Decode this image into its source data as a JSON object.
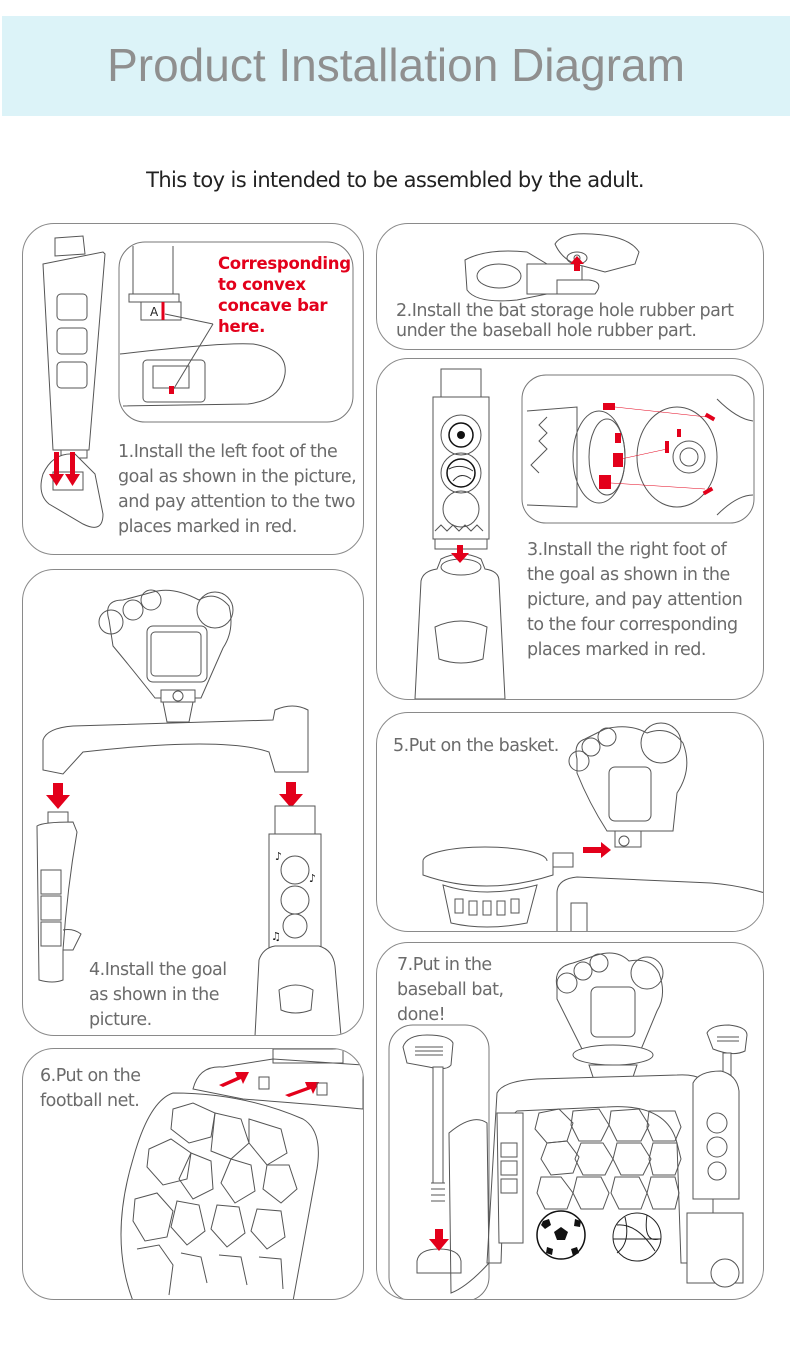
{
  "header": {
    "title": "Product Installation Diagram",
    "background_color": "#dcf3f8",
    "title_color": "#8f8f8f"
  },
  "subtitle": "This toy is intended to be assembled by the adult.",
  "accent_color": "#e3001b",
  "steps": [
    {
      "number": 1,
      "text": "1.Install the left foot of the\ngoal as shown in the picture,\nand pay attention to the two\nplaces marked in red.",
      "callout": "Corresponding\nto convex\nconcave bar\nhere.",
      "label_A": "A"
    },
    {
      "number": 2,
      "text": "2.Install the bat storage hole rubber part\nunder the baseball hole rubber part."
    },
    {
      "number": 3,
      "text": "3.Install the right foot of\nthe goal as shown in the\npicture, and pay attention\nto the four corresponding\nplaces marked in red."
    },
    {
      "number": 4,
      "text": "4.Install the goal\nas shown in the\npicture."
    },
    {
      "number": 5,
      "text": "5.Put on the basket."
    },
    {
      "number": 6,
      "text": "6.Put on the\nfootball net."
    },
    {
      "number": 7,
      "text": "7.Put in the\nbaseball bat,\ndone!"
    }
  ]
}
